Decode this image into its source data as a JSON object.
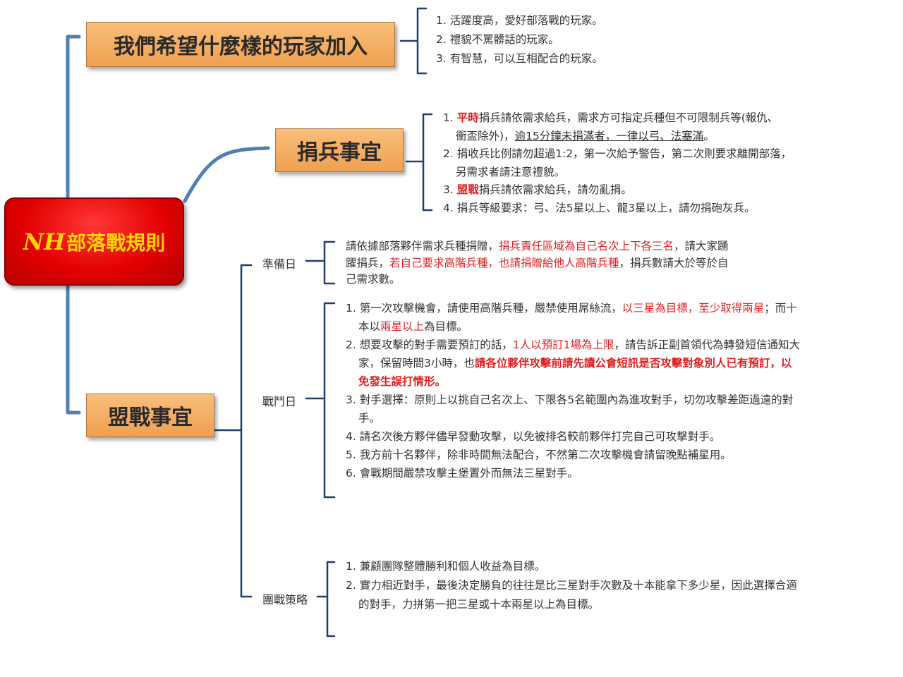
{
  "central": {
    "prefix": "NH",
    "suffix": "部落戰規則"
  },
  "topics": {
    "players": "我們希望什麼樣的玩家加入",
    "donation": "捐兵事宜",
    "war": "盟戰事宜"
  },
  "players": {
    "items": [
      "1. 活躍度高，愛好部落戰的玩家。",
      "2. 禮貌不罵髒話的玩家。",
      "3. 有智慧，可以互相配合的玩家。"
    ]
  },
  "donation": {
    "i1a_num": "1. ",
    "i1a_red": "平時",
    "i1a_rest": "捐兵請依需求給兵，需求方可指定兵種但不可限制兵等(報仇、",
    "i1b_plain": "衝盃除外)，",
    "i1b_ul": "逾15分鐘未捐滿者，一律以弓、法塞滿",
    "i1b_end": "。",
    "i2a": "2. 捐收兵比例請勿超過1:2，第一次給予警告，第二次則要求離開部落，",
    "i2b": "另需求者請注意禮貌。",
    "i3_num": "3. ",
    "i3_red": "盟戰",
    "i3_rest": "捐兵請依需求給兵，請勿亂捐。",
    "i4": "4. 捐兵等級要求：弓、法5星以上、龍3星以上，請勿捐砲灰兵。"
  },
  "war": {
    "prep": {
      "label": "準備日",
      "l1_plain": "請依據部落夥伴需求兵種捐贈，",
      "l1_red": "捐兵責任區域為自己名次上下各三名",
      "l1_end": "，請大家踴",
      "l2_plain": "躍捐兵，",
      "l2_red": "若自己要求高階兵種，也請捐贈給他人高階兵種",
      "l2_end": "，捐兵數請大於等於自",
      "l3": "己需求數。"
    },
    "battle": {
      "label": "戰鬥日",
      "i1a_plain": "1. 第一次攻擊機會，請使用高階兵種，嚴禁使用屌絲流，",
      "i1a_red": "以三星為目標，至少取得兩星",
      "i1a_end": "；而十",
      "i1b_plain": "本以",
      "i1b_red": "兩星以上",
      "i1b_end": "為目標。",
      "i2a_plain": "2. 想要攻擊的對手需要預訂的話，",
      "i2a_red": "1人以預訂1場為上限",
      "i2a_end": "，請告訴正副首領代為轉發短信通知大",
      "i2b_plain": "家，保留時間3小時，也",
      "i2b_red": "請各位夥伴攻擊前請先讀公會短訊是否攻擊對象別人已有預訂，以",
      "i2c_red": "免發生誤打情形。",
      "i3a": "3. 對手選擇：原則上以挑自己名次上、下限各5名範圍內為進攻對手，切勿攻擊差距過遠的對",
      "i3b": "手。",
      "i4": "4. 請名次後方夥伴儘早發動攻擊，以免被排名較前夥伴打完自己可攻擊對手。",
      "i5": "5. 我方前十名夥伴，除非時間無法配合，不然第二次攻擊機會請留晚點補星用。",
      "i6": "6. 會戰期間嚴禁攻擊主堡置外而無法三星對手。"
    },
    "strategy": {
      "label": "團戰策略",
      "i1": "1. 兼顧團隊整體勝利和個人收益為目標。",
      "i2a": "2. 實力相近對手，最後決定勝負的往往是比三星對手次數及十本能拿下多少星，因此選擇合適",
      "i2b": "的對手，力拼第一把三星或十本兩星以上為目標。"
    }
  },
  "colors": {
    "connector": "#4f7fb3",
    "topic_fill": "#f4ad63",
    "central_fill": "#e30000",
    "central_text": "#ffd400",
    "highlight": "#e02020"
  }
}
